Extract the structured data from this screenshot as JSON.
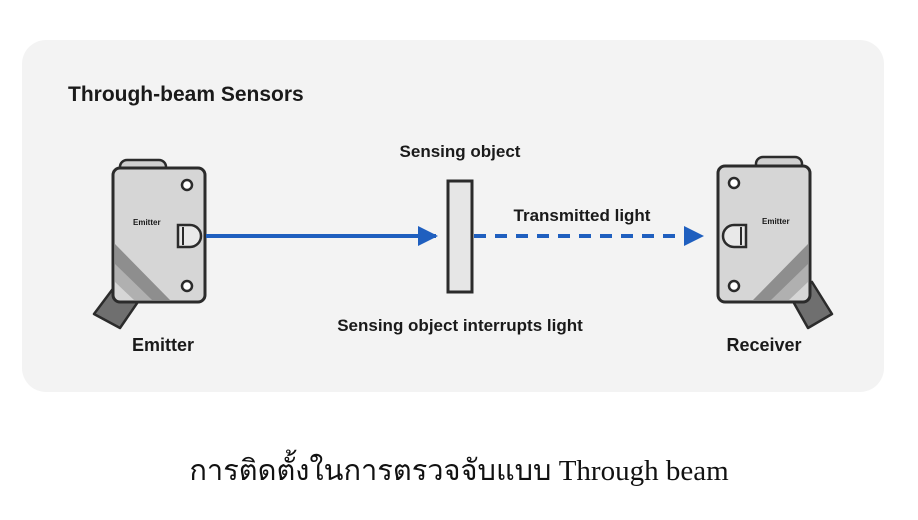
{
  "diagram": {
    "title": "Through-beam Sensors",
    "sensing_object_label": "Sensing object",
    "transmitted_light_label": "Transmitted light",
    "interrupt_label": "Sensing object interrupts light",
    "emitter": {
      "body_label": "Emitter",
      "caption": "Emitter"
    },
    "receiver": {
      "body_label": "Emitter",
      "caption": "Receiver"
    }
  },
  "caption": "การติดตั้งในการตรวจจับแบบ Through beam",
  "colors": {
    "card_background": "#f3f3f3",
    "beam": "#1f5fbf",
    "sensor_body": "#d6d6d6",
    "sensor_outline": "#2b2b2b",
    "object_fill": "#e6e6e6",
    "text": "#1a1a1a"
  }
}
